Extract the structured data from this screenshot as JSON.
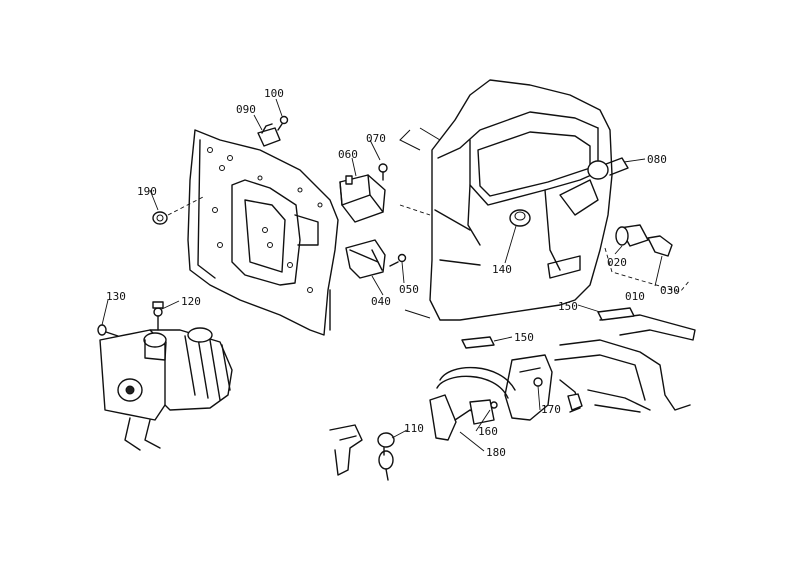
{
  "callouts": [
    {
      "id": "c100",
      "text": "100"
    },
    {
      "id": "c090",
      "text": "090"
    },
    {
      "id": "c070",
      "text": "070"
    },
    {
      "id": "c060",
      "text": "060"
    },
    {
      "id": "c190",
      "text": "190"
    },
    {
      "id": "c080",
      "text": "080"
    },
    {
      "id": "c140",
      "text": "140"
    },
    {
      "id": "c020",
      "text": "020"
    },
    {
      "id": "c010",
      "text": "010"
    },
    {
      "id": "c030",
      "text": "030"
    },
    {
      "id": "c040",
      "text": "040"
    },
    {
      "id": "c050",
      "text": "050"
    },
    {
      "id": "c130",
      "text": "130"
    },
    {
      "id": "c120",
      "text": "120"
    },
    {
      "id": "c150a",
      "text": "150"
    },
    {
      "id": "c150b",
      "text": "150"
    },
    {
      "id": "c170",
      "text": "170"
    },
    {
      "id": "c110",
      "text": "110"
    },
    {
      "id": "c160",
      "text": "160"
    },
    {
      "id": "c180",
      "text": "180"
    }
  ]
}
